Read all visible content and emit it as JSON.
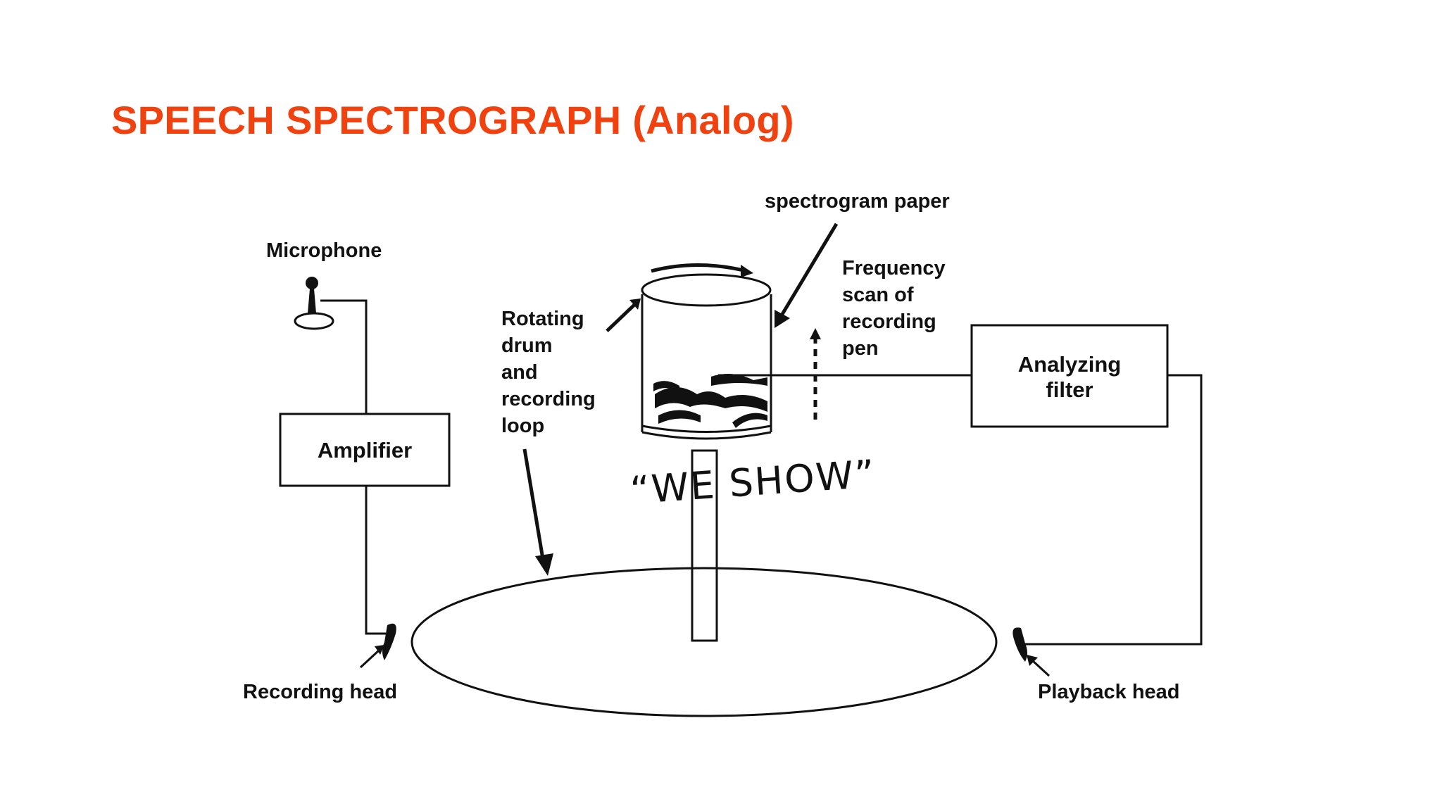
{
  "slide": {
    "title": "SPEECH SPECTROGRAPH (Analog)"
  },
  "diagram": {
    "labels": {
      "microphone": "Microphone",
      "amplifier": "Amplifier",
      "recording_head": "Recording head",
      "rotating_drum": [
        "Rotating",
        "drum",
        "and",
        "recording",
        "loop"
      ],
      "spectrogram_paper": "spectrogram paper",
      "frequency_scan": [
        "Frequency",
        "scan of",
        "recording",
        "pen"
      ],
      "analyzing_filter": [
        "Analyzing",
        "filter"
      ],
      "playback_head": "Playback head",
      "utterance": "“WE SHOW”"
    },
    "colors": {
      "title": "#f0410f",
      "ink": "#111111"
    },
    "icons": [
      "microphone-icon",
      "recording-head-icon",
      "playback-head-icon"
    ]
  }
}
